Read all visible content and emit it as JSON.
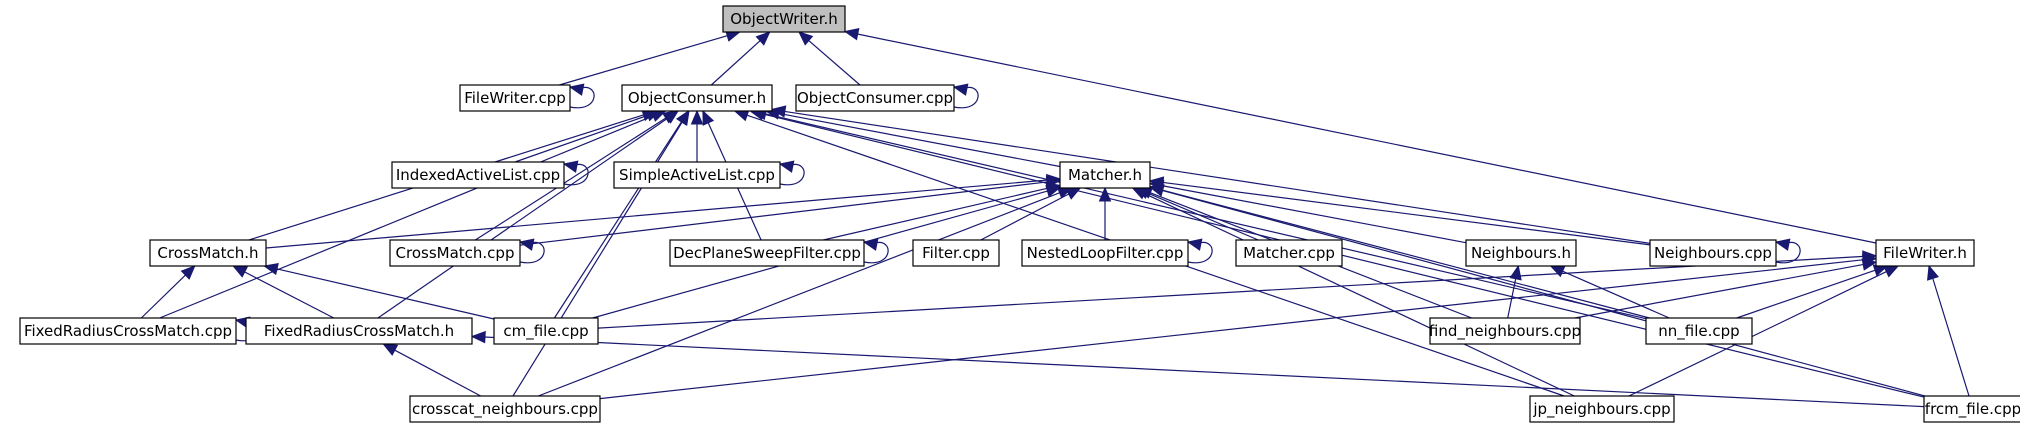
{
  "graph": {
    "nodes": [
      {
        "id": "objectwriter_h",
        "label": "ObjectWriter.h",
        "root": true
      },
      {
        "id": "filewriter_cpp",
        "label": "FileWriter.cpp"
      },
      {
        "id": "objectconsumer_h",
        "label": "ObjectConsumer.h"
      },
      {
        "id": "objectconsumer_cpp",
        "label": "ObjectConsumer.cpp"
      },
      {
        "id": "indexedactivelist_cpp",
        "label": "IndexedActiveList.cpp"
      },
      {
        "id": "simpleactivelist_cpp",
        "label": "SimpleActiveList.cpp"
      },
      {
        "id": "matcher_h",
        "label": "Matcher.h"
      },
      {
        "id": "crossmatch_h",
        "label": "CrossMatch.h"
      },
      {
        "id": "crossmatch_cpp",
        "label": "CrossMatch.cpp"
      },
      {
        "id": "decplanesweepfilter_cpp",
        "label": "DecPlaneSweepFilter.cpp"
      },
      {
        "id": "filter_cpp",
        "label": "Filter.cpp"
      },
      {
        "id": "nestedloopfilter_cpp",
        "label": "NestedLoopFilter.cpp"
      },
      {
        "id": "matcher_cpp",
        "label": "Matcher.cpp"
      },
      {
        "id": "neighbours_h",
        "label": "Neighbours.h"
      },
      {
        "id": "neighbours_cpp",
        "label": "Neighbours.cpp"
      },
      {
        "id": "filewriter_h",
        "label": "FileWriter.h"
      },
      {
        "id": "fixedradiuscrossmatch_cpp",
        "label": "FixedRadiusCrossMatch.cpp"
      },
      {
        "id": "fixedradiuscrossmatch_h",
        "label": "FixedRadiusCrossMatch.h"
      },
      {
        "id": "cm_file_cpp",
        "label": "cm_file.cpp"
      },
      {
        "id": "find_neighbours_cpp",
        "label": "find_neighbours.cpp"
      },
      {
        "id": "nn_file_cpp",
        "label": "nn_file.cpp"
      },
      {
        "id": "crosscat_neighbours_cpp",
        "label": "crosscat_neighbours.cpp"
      },
      {
        "id": "jp_neighbours_cpp",
        "label": "jp_neighbours.cpp"
      },
      {
        "id": "frcm_file_cpp",
        "label": "frcm_file.cpp"
      }
    ],
    "edges": [
      [
        "filewriter_cpp",
        "objectwriter_h"
      ],
      [
        "objectconsumer_h",
        "objectwriter_h"
      ],
      [
        "objectconsumer_cpp",
        "objectwriter_h"
      ],
      [
        "filewriter_h",
        "objectwriter_h"
      ],
      [
        "filewriter_cpp",
        "filewriter_cpp"
      ],
      [
        "objectconsumer_cpp",
        "objectconsumer_cpp"
      ],
      [
        "indexedactivelist_cpp",
        "objectconsumer_h"
      ],
      [
        "simpleactivelist_cpp",
        "objectconsumer_h"
      ],
      [
        "matcher_h",
        "objectconsumer_h"
      ],
      [
        "crossmatch_h",
        "objectconsumer_h"
      ],
      [
        "crossmatch_cpp",
        "objectconsumer_h"
      ],
      [
        "decplanesweepfilter_cpp",
        "objectconsumer_h"
      ],
      [
        "neighbours_cpp",
        "objectconsumer_h"
      ],
      [
        "fixedradiuscrossmatch_cpp",
        "objectconsumer_h"
      ],
      [
        "fixedradiuscrossmatch_h",
        "objectconsumer_h"
      ],
      [
        "cm_file_cpp",
        "objectconsumer_h"
      ],
      [
        "nn_file_cpp",
        "objectconsumer_h"
      ],
      [
        "crosscat_neighbours_cpp",
        "objectconsumer_h"
      ],
      [
        "jp_neighbours_cpp",
        "objectconsumer_h"
      ],
      [
        "frcm_file_cpp",
        "objectconsumer_h"
      ],
      [
        "indexedactivelist_cpp",
        "indexedactivelist_cpp"
      ],
      [
        "simpleactivelist_cpp",
        "simpleactivelist_cpp"
      ],
      [
        "crossmatch_h",
        "matcher_h"
      ],
      [
        "crossmatch_cpp",
        "matcher_h"
      ],
      [
        "decplanesweepfilter_cpp",
        "matcher_h"
      ],
      [
        "filter_cpp",
        "matcher_h"
      ],
      [
        "nestedloopfilter_cpp",
        "matcher_h"
      ],
      [
        "matcher_cpp",
        "matcher_h"
      ],
      [
        "neighbours_h",
        "matcher_h"
      ],
      [
        "neighbours_cpp",
        "matcher_h"
      ],
      [
        "find_neighbours_cpp",
        "matcher_h"
      ],
      [
        "nn_file_cpp",
        "matcher_h"
      ],
      [
        "cm_file_cpp",
        "matcher_h"
      ],
      [
        "crosscat_neighbours_cpp",
        "matcher_h"
      ],
      [
        "jp_neighbours_cpp",
        "matcher_h"
      ],
      [
        "frcm_file_cpp",
        "matcher_h"
      ],
      [
        "crossmatch_cpp",
        "crossmatch_cpp"
      ],
      [
        "decplanesweepfilter_cpp",
        "decplanesweepfilter_cpp"
      ],
      [
        "nestedloopfilter_cpp",
        "nestedloopfilter_cpp"
      ],
      [
        "neighbours_cpp",
        "neighbours_cpp"
      ],
      [
        "fixedradiuscrossmatch_cpp",
        "crossmatch_h"
      ],
      [
        "fixedradiuscrossmatch_h",
        "crossmatch_h"
      ],
      [
        "cm_file_cpp",
        "crossmatch_h"
      ],
      [
        "fixedradiuscrossmatch_cpp",
        "fixedradiuscrossmatch_cpp"
      ],
      [
        "crosscat_neighbours_cpp",
        "fixedradiuscrossmatch_h"
      ],
      [
        "frcm_file_cpp",
        "fixedradiuscrossmatch_h"
      ],
      [
        "find_neighbours_cpp",
        "neighbours_h"
      ],
      [
        "nn_file_cpp",
        "neighbours_h"
      ],
      [
        "cm_file_cpp",
        "filewriter_h"
      ],
      [
        "find_neighbours_cpp",
        "filewriter_h"
      ],
      [
        "nn_file_cpp",
        "filewriter_h"
      ],
      [
        "crosscat_neighbours_cpp",
        "filewriter_h"
      ],
      [
        "jp_neighbours_cpp",
        "filewriter_h"
      ],
      [
        "frcm_file_cpp",
        "filewriter_h"
      ]
    ]
  },
  "colors": {
    "edge": "#191970",
    "root_fill": "#bfbfbf",
    "node_fill": "#ffffff",
    "node_border": "#000000"
  }
}
